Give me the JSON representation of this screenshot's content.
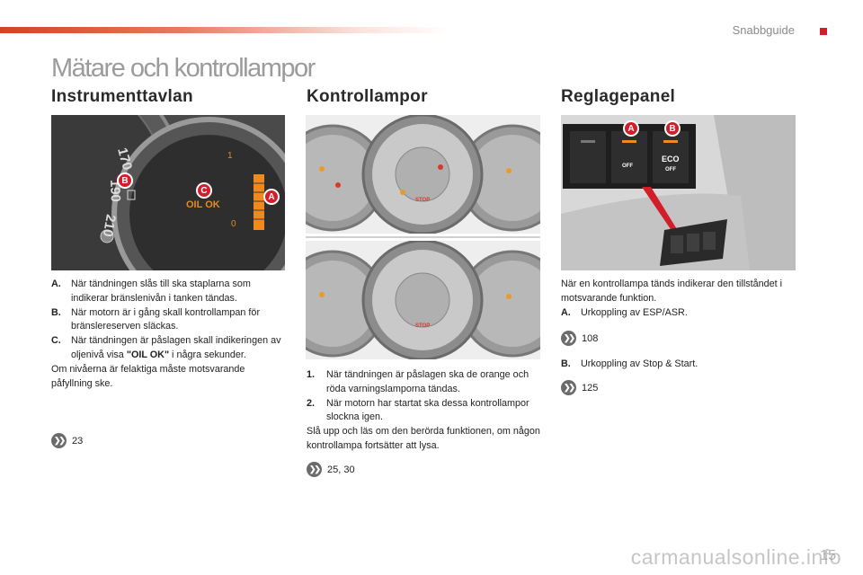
{
  "header": {
    "section_label": "Snabbguide"
  },
  "title": "Mätare och kontrollampor",
  "columns": {
    "instrument": {
      "heading": "Instrumenttavlan",
      "photo": {
        "overlay_text": "OIL OK",
        "callouts": [
          "A",
          "B",
          "C"
        ],
        "dial_numbers": [
          "170",
          "190",
          "210"
        ]
      },
      "items": [
        {
          "key": "A.",
          "text": "När tändningen slås till ska staplarna som indikerar bränslenivån i tanken tändas."
        },
        {
          "key": "B.",
          "text": "När motorn är i gång skall kontrollampan för bränslereserven släckas."
        },
        {
          "key": "C.",
          "text": "När tändningen är påslagen skall indikeringen av oljenivå visa "
        }
      ],
      "item_c_bold": "\"OIL OK\"",
      "item_c_tail": " i några sekunder.",
      "note": "Om nivåerna är felaktiga måste motsvarande påfyllning ske.",
      "ref": "23"
    },
    "lamps": {
      "heading": "Kontrollampor",
      "photo_top": {
        "stop_label": "STOP"
      },
      "photo_bottom": {
        "stop_label": "STOP"
      },
      "items": [
        {
          "key": "1.",
          "text": "När tändningen är påslagen ska de orange och röda varningslamporna tändas."
        },
        {
          "key": "2.",
          "text": "När motorn har startat ska dessa kontrollampor slockna igen."
        }
      ],
      "note": "Slå upp och läs om den berörda funktionen, om någon kontrollampa fortsätter att lysa.",
      "ref": "25, 30"
    },
    "panel": {
      "heading": "Reglagepanel",
      "photo": {
        "callouts": [
          "A",
          "B"
        ],
        "button_off": "OFF",
        "button_eco": "ECO",
        "button_eco_off": "OFF"
      },
      "intro": "När en kontrollampa tänds indikerar den tillståndet i motsvarande funktion.",
      "items": [
        {
          "key": "A.",
          "text": "Urkoppling av ESP/ASR.",
          "ref": "108"
        },
        {
          "key": "B.",
          "text": "Urkoppling av Stop & Start.",
          "ref": "125"
        }
      ]
    }
  },
  "page_number": "15",
  "watermark": "carmanualsonline.info",
  "colors": {
    "accent": "#d21e2b",
    "orange_bar": "#f08a1c",
    "heading_gray": "#9b9b9b"
  }
}
